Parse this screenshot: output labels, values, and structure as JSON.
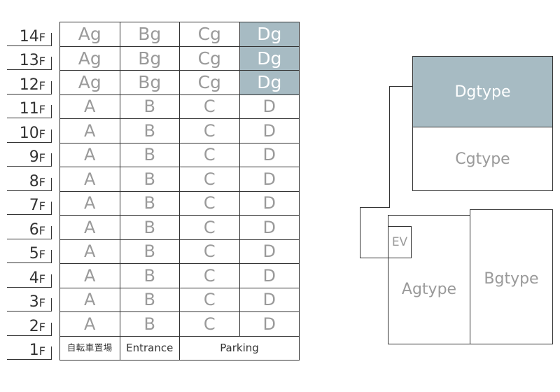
{
  "floors": [
    {
      "label_num": "14",
      "label_f": "F",
      "units": [
        {
          "text": "Ag",
          "highlight": false
        },
        {
          "text": "Bg",
          "highlight": false
        },
        {
          "text": "Cg",
          "highlight": false
        },
        {
          "text": "Dg",
          "highlight": true
        }
      ]
    },
    {
      "label_num": "13",
      "label_f": "F",
      "units": [
        {
          "text": "Ag",
          "highlight": false
        },
        {
          "text": "Bg",
          "highlight": false
        },
        {
          "text": "Cg",
          "highlight": false
        },
        {
          "text": "Dg",
          "highlight": true
        }
      ]
    },
    {
      "label_num": "12",
      "label_f": "F",
      "units": [
        {
          "text": "Ag",
          "highlight": false
        },
        {
          "text": "Bg",
          "highlight": false
        },
        {
          "text": "Cg",
          "highlight": false
        },
        {
          "text": "Dg",
          "highlight": true
        }
      ]
    },
    {
      "label_num": "11",
      "label_f": "F",
      "units": [
        {
          "text": "A",
          "highlight": false
        },
        {
          "text": "B",
          "highlight": false
        },
        {
          "text": "C",
          "highlight": false
        },
        {
          "text": "D",
          "highlight": false
        }
      ]
    },
    {
      "label_num": "10",
      "label_f": "F",
      "units": [
        {
          "text": "A",
          "highlight": false
        },
        {
          "text": "B",
          "highlight": false
        },
        {
          "text": "C",
          "highlight": false
        },
        {
          "text": "D",
          "highlight": false
        }
      ]
    },
    {
      "label_num": "9",
      "label_f": "F",
      "units": [
        {
          "text": "A",
          "highlight": false
        },
        {
          "text": "B",
          "highlight": false
        },
        {
          "text": "C",
          "highlight": false
        },
        {
          "text": "D",
          "highlight": false
        }
      ]
    },
    {
      "label_num": "8",
      "label_f": "F",
      "units": [
        {
          "text": "A",
          "highlight": false
        },
        {
          "text": "B",
          "highlight": false
        },
        {
          "text": "C",
          "highlight": false
        },
        {
          "text": "D",
          "highlight": false
        }
      ]
    },
    {
      "label_num": "7",
      "label_f": "F",
      "units": [
        {
          "text": "A",
          "highlight": false
        },
        {
          "text": "B",
          "highlight": false
        },
        {
          "text": "C",
          "highlight": false
        },
        {
          "text": "D",
          "highlight": false
        }
      ]
    },
    {
      "label_num": "6",
      "label_f": "F",
      "units": [
        {
          "text": "A",
          "highlight": false
        },
        {
          "text": "B",
          "highlight": false
        },
        {
          "text": "C",
          "highlight": false
        },
        {
          "text": "D",
          "highlight": false
        }
      ]
    },
    {
      "label_num": "5",
      "label_f": "F",
      "units": [
        {
          "text": "A",
          "highlight": false
        },
        {
          "text": "B",
          "highlight": false
        },
        {
          "text": "C",
          "highlight": false
        },
        {
          "text": "D",
          "highlight": false
        }
      ]
    },
    {
      "label_num": "4",
      "label_f": "F",
      "units": [
        {
          "text": "A",
          "highlight": false
        },
        {
          "text": "B",
          "highlight": false
        },
        {
          "text": "C",
          "highlight": false
        },
        {
          "text": "D",
          "highlight": false
        }
      ]
    },
    {
      "label_num": "3",
      "label_f": "F",
      "units": [
        {
          "text": "A",
          "highlight": false
        },
        {
          "text": "B",
          "highlight": false
        },
        {
          "text": "C",
          "highlight": false
        },
        {
          "text": "D",
          "highlight": false
        }
      ]
    },
    {
      "label_num": "2",
      "label_f": "F",
      "units": [
        {
          "text": "A",
          "highlight": false
        },
        {
          "text": "B",
          "highlight": false
        },
        {
          "text": "C",
          "highlight": false
        },
        {
          "text": "D",
          "highlight": false
        }
      ]
    }
  ],
  "ground_floor": {
    "label_num": "1",
    "label_f": "F",
    "bicycle": "自転車置場",
    "entrance": "Entrance",
    "parking": "Parking"
  },
  "plan": {
    "dg": "Dgtype",
    "cg": "Cgtype",
    "ag": "Agtype",
    "bg": "Bgtype",
    "ev": "EV"
  },
  "colors": {
    "highlight": "#a7bbc3",
    "unit_text": "#9a9a9a",
    "line": "#333333"
  }
}
